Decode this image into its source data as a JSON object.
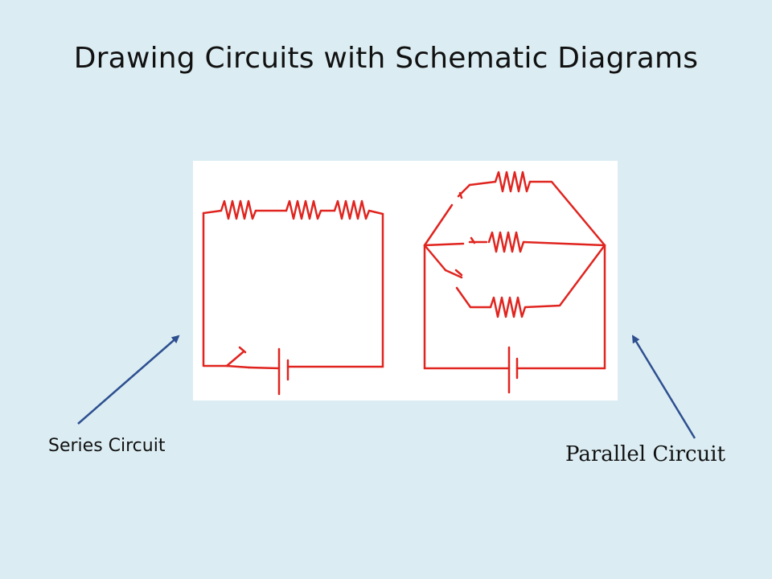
{
  "slide": {
    "title": "Drawing Circuits with Schematic Diagrams",
    "background_color": "#dbedf3"
  },
  "diagram": {
    "wire_color": "#e0241f",
    "series_label": "Series Circuit",
    "parallel_label": "Parallel Circuit",
    "arrow_color": "#2e4f8f"
  }
}
